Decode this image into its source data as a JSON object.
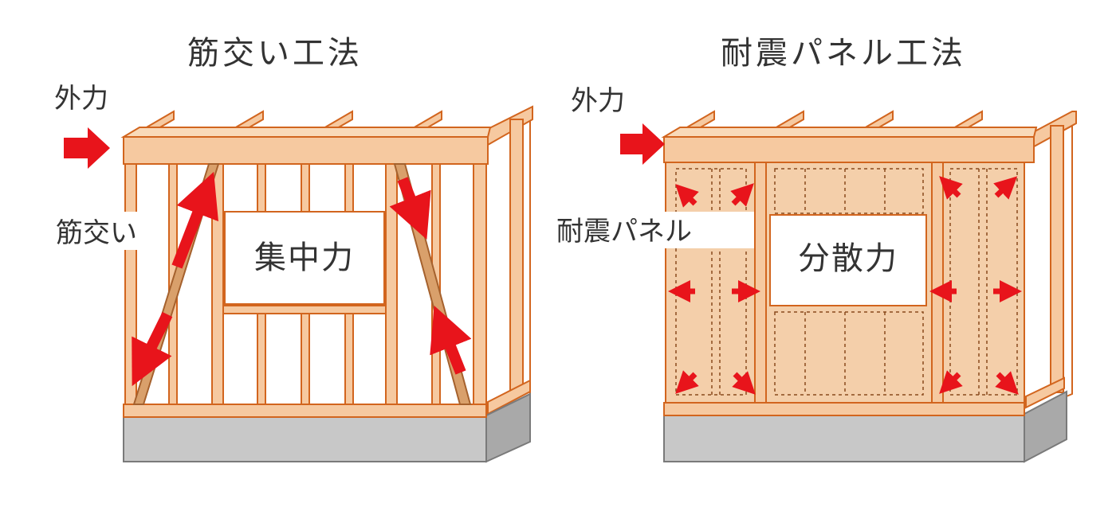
{
  "left": {
    "title": "筋交い工法",
    "force_label": "外力",
    "member_label": "筋交い",
    "center_label": "集中力"
  },
  "right": {
    "title": "耐震パネル工法",
    "force_label": "外力",
    "member_label": "耐震パネル",
    "center_label": "分散力"
  },
  "colors": {
    "wood": "#F6C9A0",
    "wood_edge": "#D2651E",
    "arrow": "#E8141B",
    "foundation": "#C8C8C8",
    "foundation_edge": "#7A7A7A",
    "panel": "#F4CFAA"
  }
}
